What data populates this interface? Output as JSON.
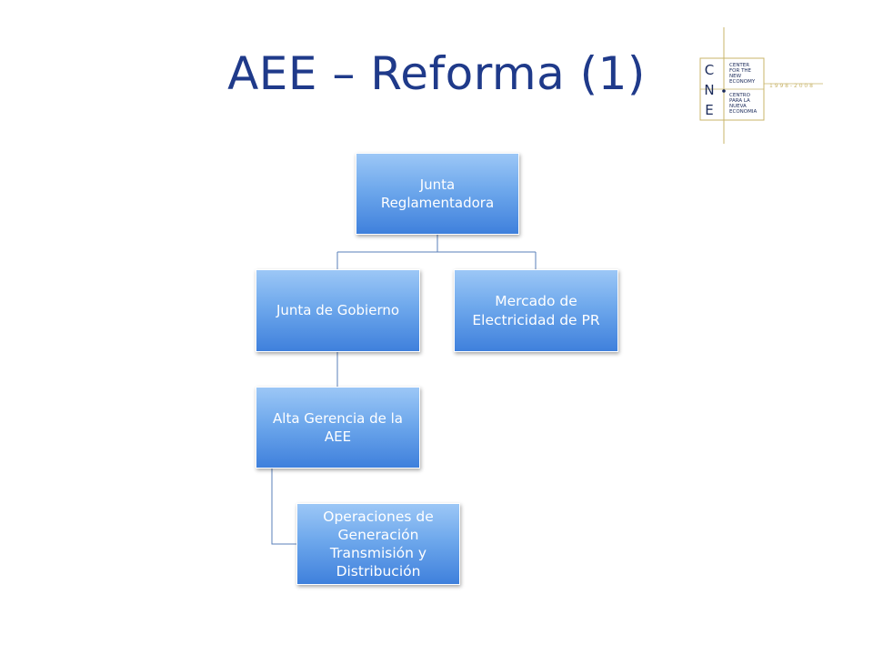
{
  "title": "AEE – Reforma (1)",
  "logo": {
    "letters": [
      "C",
      "N",
      "E"
    ],
    "english": [
      "CENTER",
      "FOR THE",
      "NEW",
      "ECONOMY"
    ],
    "spanish": [
      "CENTRO",
      "PARA LA",
      "NUEVA",
      "ECONOMIA"
    ],
    "years": "1 9 9 8 - 2 0 0 8",
    "colors": {
      "navy": "#1a2a5a",
      "gold": "#c8b46a"
    }
  },
  "org_chart": {
    "root": {
      "label": "Junta Reglamentadora"
    },
    "junta_gobierno": {
      "label": "Junta de Gobierno"
    },
    "mercado": {
      "label": "Mercado de Electricidad de PR"
    },
    "alta_gerencia": {
      "label": "Alta Gerencia de la AEE"
    },
    "operaciones": {
      "label": "Operaciones de Generación Transmisión y Distribución"
    }
  },
  "colors": {
    "title": "#1f3a8a",
    "box_top": "#9cc7f6",
    "box_bottom": "#3f80dc",
    "connector": "#5a7fb8"
  }
}
